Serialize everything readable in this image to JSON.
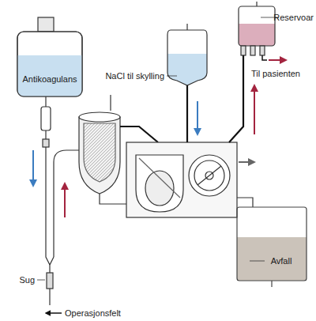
{
  "diagram": {
    "labels": [
      "Reservoar",
      "NaCl til skylling",
      "Til pasienten",
      "Antikoagulans",
      "Sug",
      "Operasjonsfelt",
      "Avfall"
    ]
  }
}
